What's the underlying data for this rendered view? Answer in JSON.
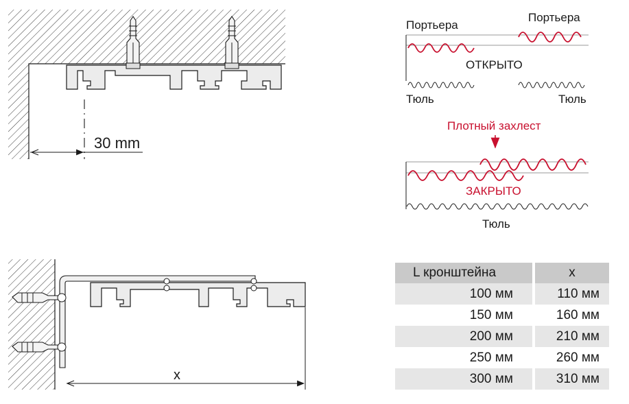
{
  "top_left": {
    "gap_label": "30 mm"
  },
  "right_top": {
    "curtain_left": "Портьера",
    "curtain_right": "Портьера",
    "state_open": "ОТКРЫТО",
    "tulle_left": "Тюль",
    "tulle_right": "Тюль",
    "overlap_label": "Плотный захлест",
    "state_closed": "ЗАКРЫТО",
    "tulle_bottom": "Тюль"
  },
  "bottom_left": {
    "width_label": "x"
  },
  "table": {
    "header_l": "L  кронштейна",
    "header_x": "x",
    "rows": [
      {
        "l": "100 мм",
        "x": "110 мм"
      },
      {
        "l": "150 мм",
        "x": "160 мм"
      },
      {
        "l": "200 мм",
        "x": "210 мм"
      },
      {
        "l": "250 мм",
        "x": "260 мм"
      },
      {
        "l": "300 мм",
        "x": "310 мм"
      }
    ]
  },
  "colors": {
    "accent_red": "#c8102e",
    "line": "#1a1a1a",
    "rail_fill": "#e8e8e8"
  }
}
